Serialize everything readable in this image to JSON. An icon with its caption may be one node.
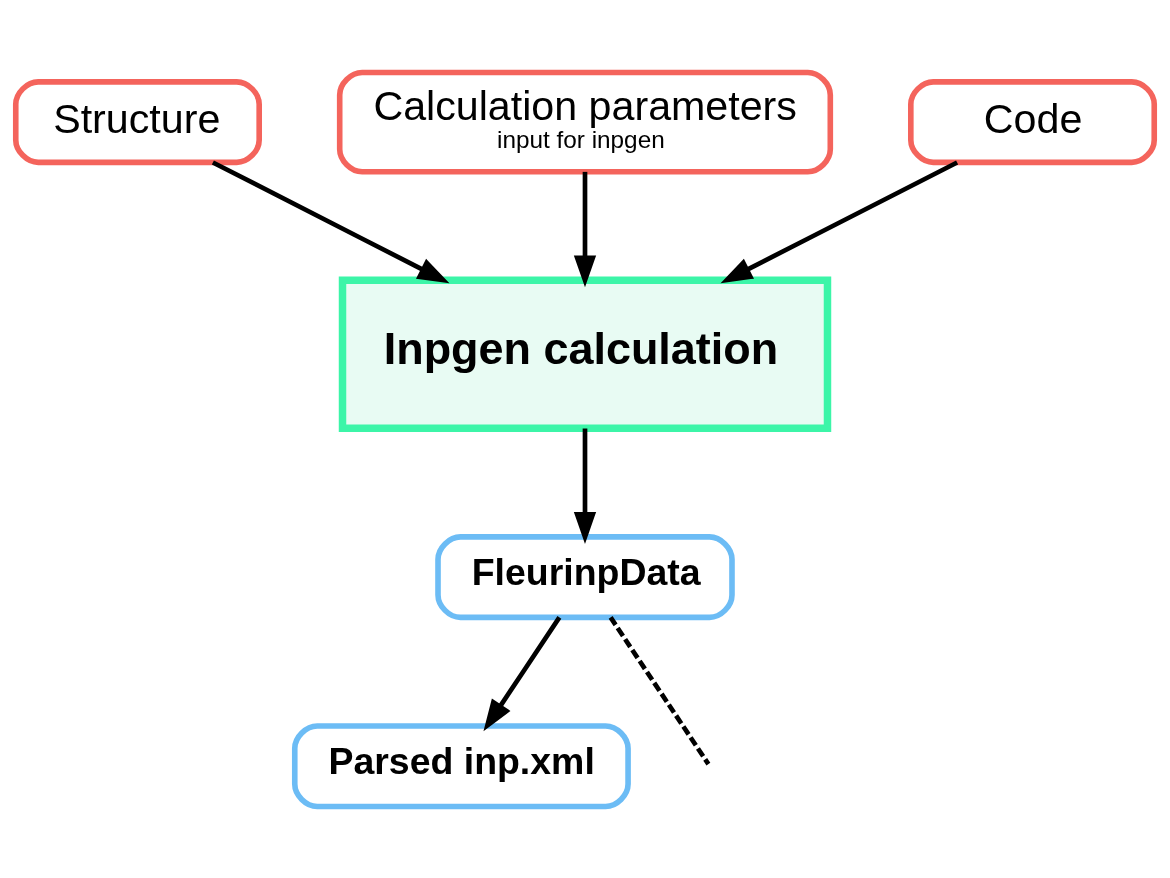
{
  "diagram": {
    "nodes": [
      {
        "text": [
          "Structure"
        ]
      },
      {
        "text": [
          "Calculation parameters",
          "input for inpgen"
        ]
      },
      {
        "text": [
          "Code"
        ]
      },
      {
        "text": [
          "Inpgen calculation"
        ]
      },
      {
        "text": [
          "FleurinpData"
        ]
      },
      {
        "text": [
          "Parsed inp.xml"
        ]
      }
    ],
    "edges": [
      {
        "from": 0,
        "to": 3,
        "arrow": "to"
      },
      {
        "from": 1,
        "to": 3,
        "arrow": "to"
      },
      {
        "from": 2,
        "to": 3,
        "arrow": "to"
      },
      {
        "from": 3,
        "to": 4,
        "arrow": "to"
      },
      {
        "from": 4,
        "to": 5,
        "arrow": "to"
      },
      {
        "from": 4,
        "to": null,
        "arrow": "none",
        "style": "dashed"
      }
    ]
  }
}
